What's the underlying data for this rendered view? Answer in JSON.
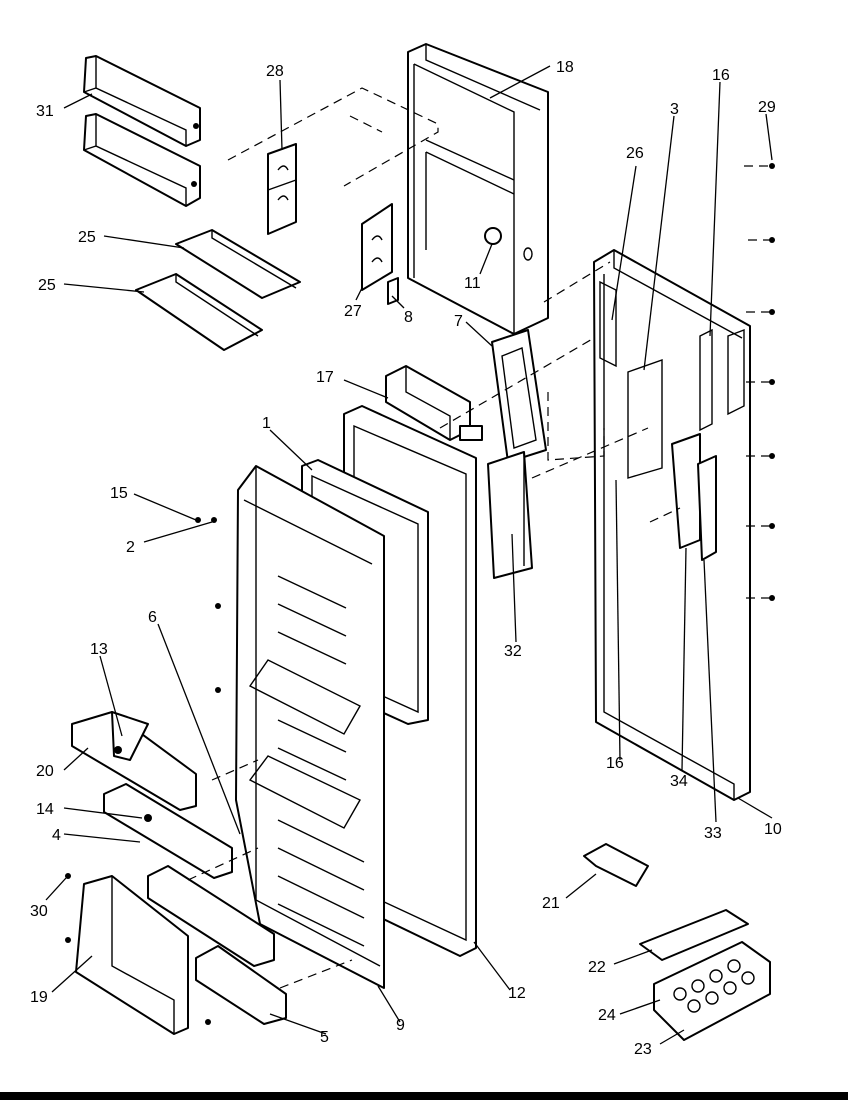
{
  "diagram": {
    "callouts": {
      "p1": "1",
      "p2": "2",
      "p3": "3",
      "p4": "4",
      "p5": "5",
      "p6": "6",
      "p7": "7",
      "p8": "8",
      "p9": "9",
      "p10": "10",
      "p11": "11",
      "p12": "12",
      "p13": "13",
      "p14": "14",
      "p15": "15",
      "p16a": "16",
      "p16b": "16",
      "p17": "17",
      "p18": "18",
      "p19": "19",
      "p20": "20",
      "p21": "21",
      "p22": "22",
      "p23": "23",
      "p24": "24",
      "p25a": "25",
      "p25b": "25",
      "p26": "26",
      "p27": "27",
      "p28": "28",
      "p29": "29",
      "p30": "30",
      "p31": "31",
      "p32": "32",
      "p33": "33",
      "p34": "34"
    }
  }
}
